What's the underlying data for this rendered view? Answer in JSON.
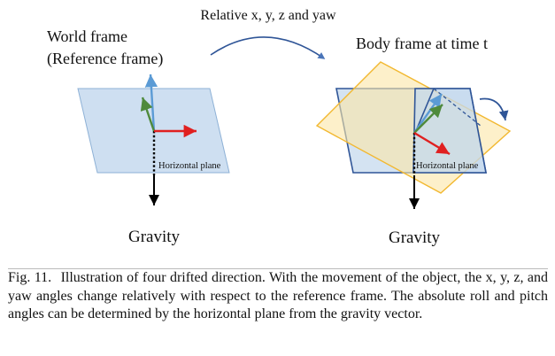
{
  "diagram": {
    "top_label": "Relative x, y, z and yaw",
    "left_title_line1": "World frame",
    "left_title_line2": "(Reference frame)",
    "right_title": "Body frame at time t",
    "left_plane_label": "Horizontal plane",
    "right_plane_label": "Horizontal plane",
    "left_gravity": "Gravity",
    "right_gravity": "Gravity",
    "colors": {
      "horizontal_plane_fill": "#c5d9ee",
      "horizontal_plane_stroke": "#8eb1d6",
      "body_plane_fill": "#fbe6a6",
      "body_plane_stroke": "#f2b830",
      "dark_blue_stroke": "#2f5597",
      "x_axis": "#e02020",
      "y_axis": "#4f8a3c",
      "z_axis": "#5b9bd5",
      "gravity": "#000000"
    }
  },
  "caption": {
    "fig_number": "Fig. 11.",
    "text": "Illustration of four drifted direction. With the movement of the object, the x, y, z, and yaw angles change relatively with respect to the reference frame. The absolute roll and pitch angles can be determined by the horizontal plane from the gravity vector."
  }
}
